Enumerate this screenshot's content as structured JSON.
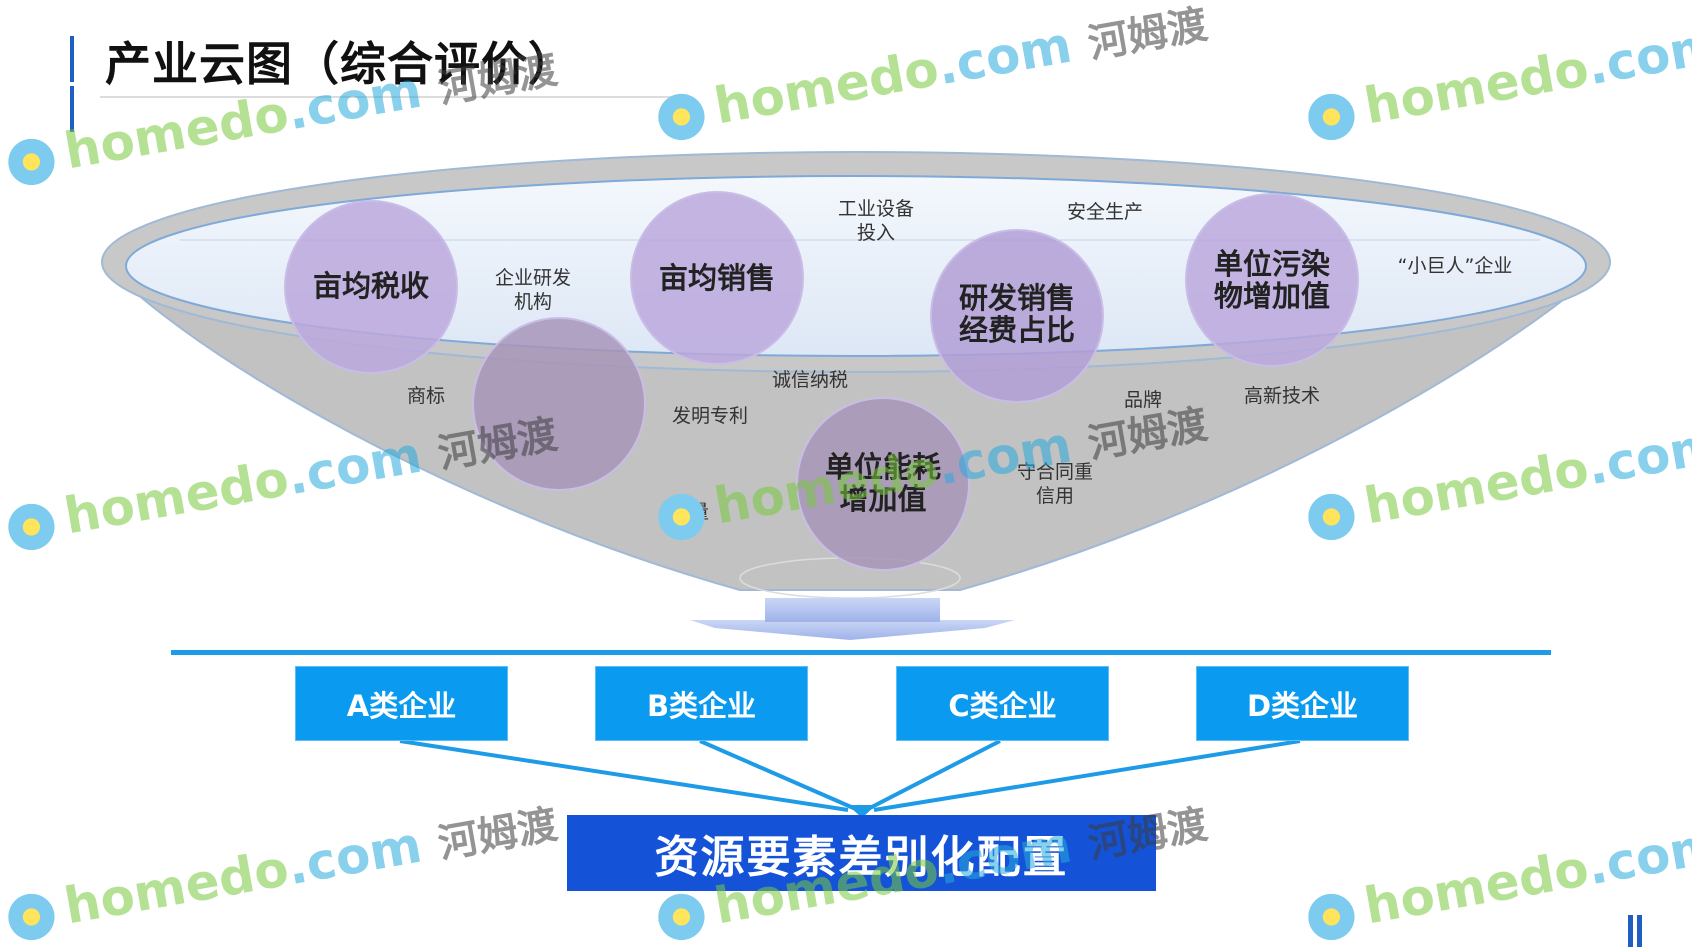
{
  "title": "产业云图（综合评价）",
  "circles": [
    {
      "label": "亩均税收"
    },
    {
      "label": "亩均销售"
    },
    {
      "label": "研发销售\n经费占比"
    },
    {
      "label": "单位污染\n物增加值"
    },
    {
      "label": ""
    },
    {
      "label": "单位能耗\n增加值"
    }
  ],
  "factors": [
    {
      "text": "工业设备\n投入"
    },
    {
      "text": "安全生产"
    },
    {
      "text": "企业研发\n机构"
    },
    {
      "text": "“小巨人”企业"
    },
    {
      "text": "商标"
    },
    {
      "text": "诚信纳税"
    },
    {
      "text": "发明专利"
    },
    {
      "text": "品牌"
    },
    {
      "text": "高新技术"
    },
    {
      "text": "守合同重\n信用"
    },
    {
      "text": "质量"
    }
  ],
  "classes": [
    "A类企业",
    "B类企业",
    "C类企业",
    "D类企业"
  ],
  "allocation": "资源要素差别化配置",
  "watermark": {
    "brand": "homedo",
    "domain": ".com",
    "cn": "河姆渡"
  },
  "colors": {
    "accent": "#1e9be6",
    "box": "#0a9af0",
    "alloc": "#1453d8",
    "circle": "#b9a6dd",
    "funnel": "#c2c2c2"
  }
}
